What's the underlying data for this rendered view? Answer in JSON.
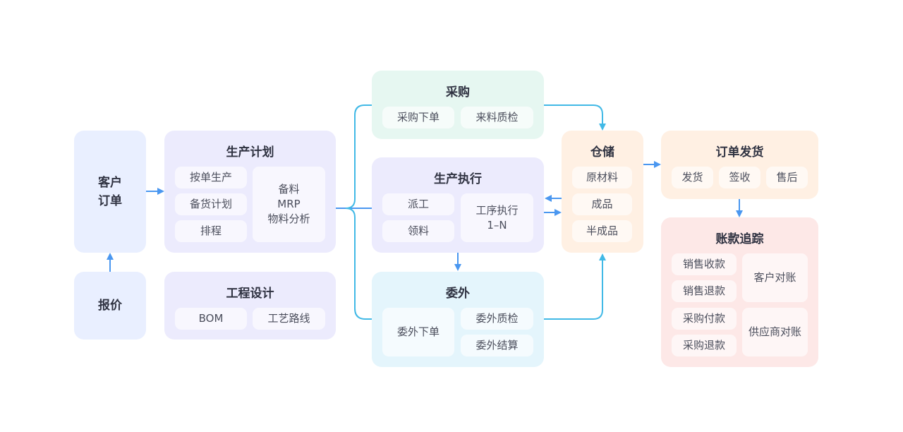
{
  "colors": {
    "blue": "#e9efff",
    "purple": "#ecebfd",
    "green": "#e6f7f1",
    "cyan": "#e4f5fc",
    "orange": "#fff0e3",
    "pink": "#fde8e7",
    "arrow": "#4a97f0",
    "arrow_cyan": "#41b9e6"
  },
  "customer_order": {
    "lines": [
      "客户",
      "订单"
    ]
  },
  "quotation": {
    "title": "报价"
  },
  "production_plan": {
    "title": "生产计划",
    "items": [
      "按单生产",
      "备货计划",
      "排程"
    ],
    "mrp_lines": [
      "备料",
      "MRP",
      "物料分析"
    ]
  },
  "engineering": {
    "title": "工程设计",
    "items": [
      "BOM",
      "工艺路线"
    ]
  },
  "purchase": {
    "title": "采购",
    "items": [
      "采购下单",
      "来料质检"
    ]
  },
  "production_exec": {
    "title": "生产执行",
    "items": [
      "派工",
      "领料"
    ],
    "process_lines": [
      "工序执行",
      "1–N"
    ]
  },
  "outsourcing": {
    "title": "委外",
    "order": "委外下单",
    "items": [
      "委外质检",
      "委外结算"
    ]
  },
  "warehouse": {
    "title": "仓储",
    "items": [
      "原材料",
      "成品",
      "半成品"
    ]
  },
  "order_delivery": {
    "title": "订单发货",
    "items": [
      "发货",
      "签收",
      "售后"
    ]
  },
  "accounts": {
    "title": "账款追踪",
    "left_items": [
      "销售收款",
      "销售退款",
      "采购付款",
      "采购退款"
    ],
    "right_items": [
      "客户对账",
      "供应商对账"
    ]
  }
}
